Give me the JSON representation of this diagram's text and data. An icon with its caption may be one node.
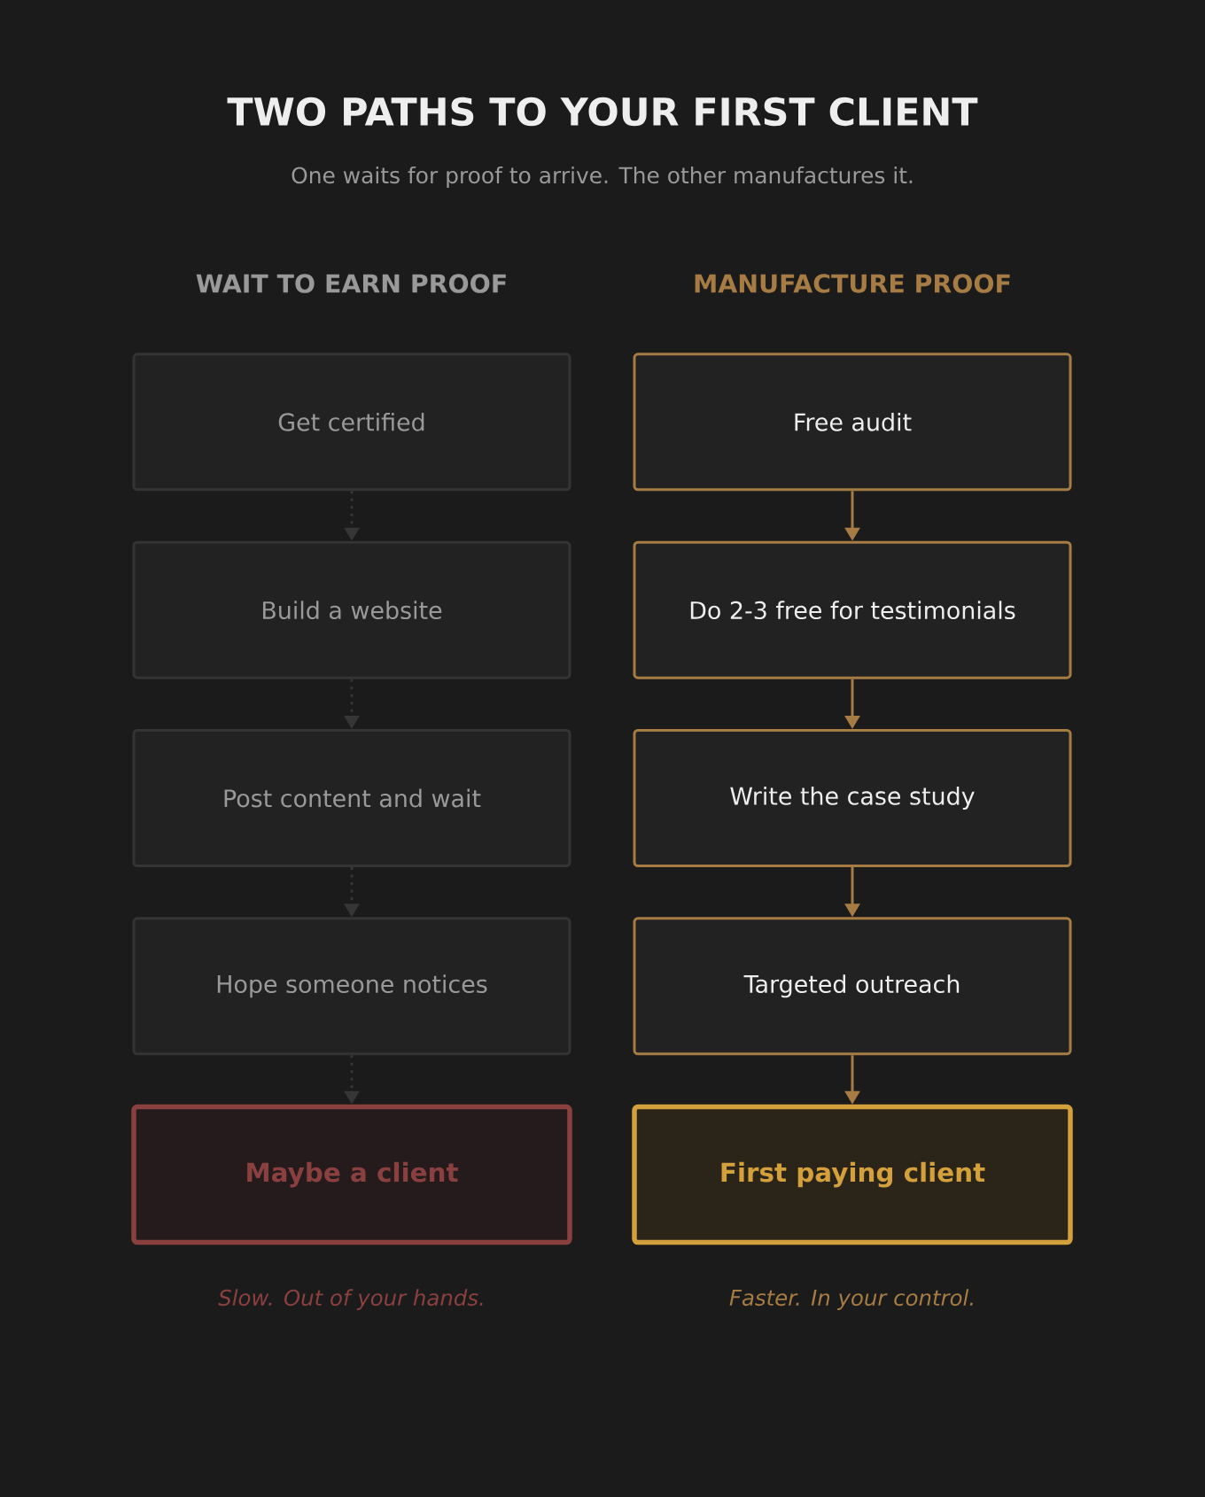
{
  "diagram": {
    "title": "TWO PATHS TO YOUR FIRST CLIENT",
    "nodes": [
      {
        "text": [
          "Get certified"
        ]
      },
      {
        "text": [
          "Build a website"
        ]
      },
      {
        "text": [
          "Post content and wait"
        ]
      },
      {
        "text": [
          "Hope someone notices"
        ]
      },
      {
        "text": [
          "Maybe a client"
        ],
        "beside": [
          "Slow. Out of your hands."
        ]
      },
      {
        "text": [
          "Free audit"
        ]
      },
      {
        "text": [
          "Do 2-3 free for testimonials"
        ]
      },
      {
        "text": [
          "Write the case study"
        ]
      },
      {
        "text": [
          "Targeted outreach"
        ]
      },
      {
        "text": [
          "First paying client"
        ],
        "beside": [
          "Faster. In your control."
        ]
      }
    ],
    "edges": [
      {
        "from": 0,
        "to": 1,
        "arrow": "to",
        "style": "dashed",
        "color": "#363636"
      },
      {
        "from": 1,
        "to": 2,
        "arrow": "to",
        "style": "dashed",
        "color": "#363636"
      },
      {
        "from": 2,
        "to": 3,
        "arrow": "to",
        "style": "dashed",
        "color": "#363636"
      },
      {
        "from": 3,
        "to": 4,
        "arrow": "to",
        "style": "dashed",
        "color": "#363636"
      },
      {
        "from": 5,
        "to": 6,
        "arrow": "to",
        "color": "#a67c44"
      },
      {
        "from": 6,
        "to": 7,
        "arrow": "to",
        "color": "#a67c44"
      },
      {
        "from": 7,
        "to": 8,
        "arrow": "to",
        "color": "#a67c44"
      },
      {
        "from": 8,
        "to": 9,
        "arrow": "to",
        "color": "#a67c44"
      }
    ],
    "labels": [
      "One waits for proof to arrive. The other manufactures it.",
      "WAIT TO EARN PROOF",
      "MANUFACTURE PROOF"
    ]
  }
}
